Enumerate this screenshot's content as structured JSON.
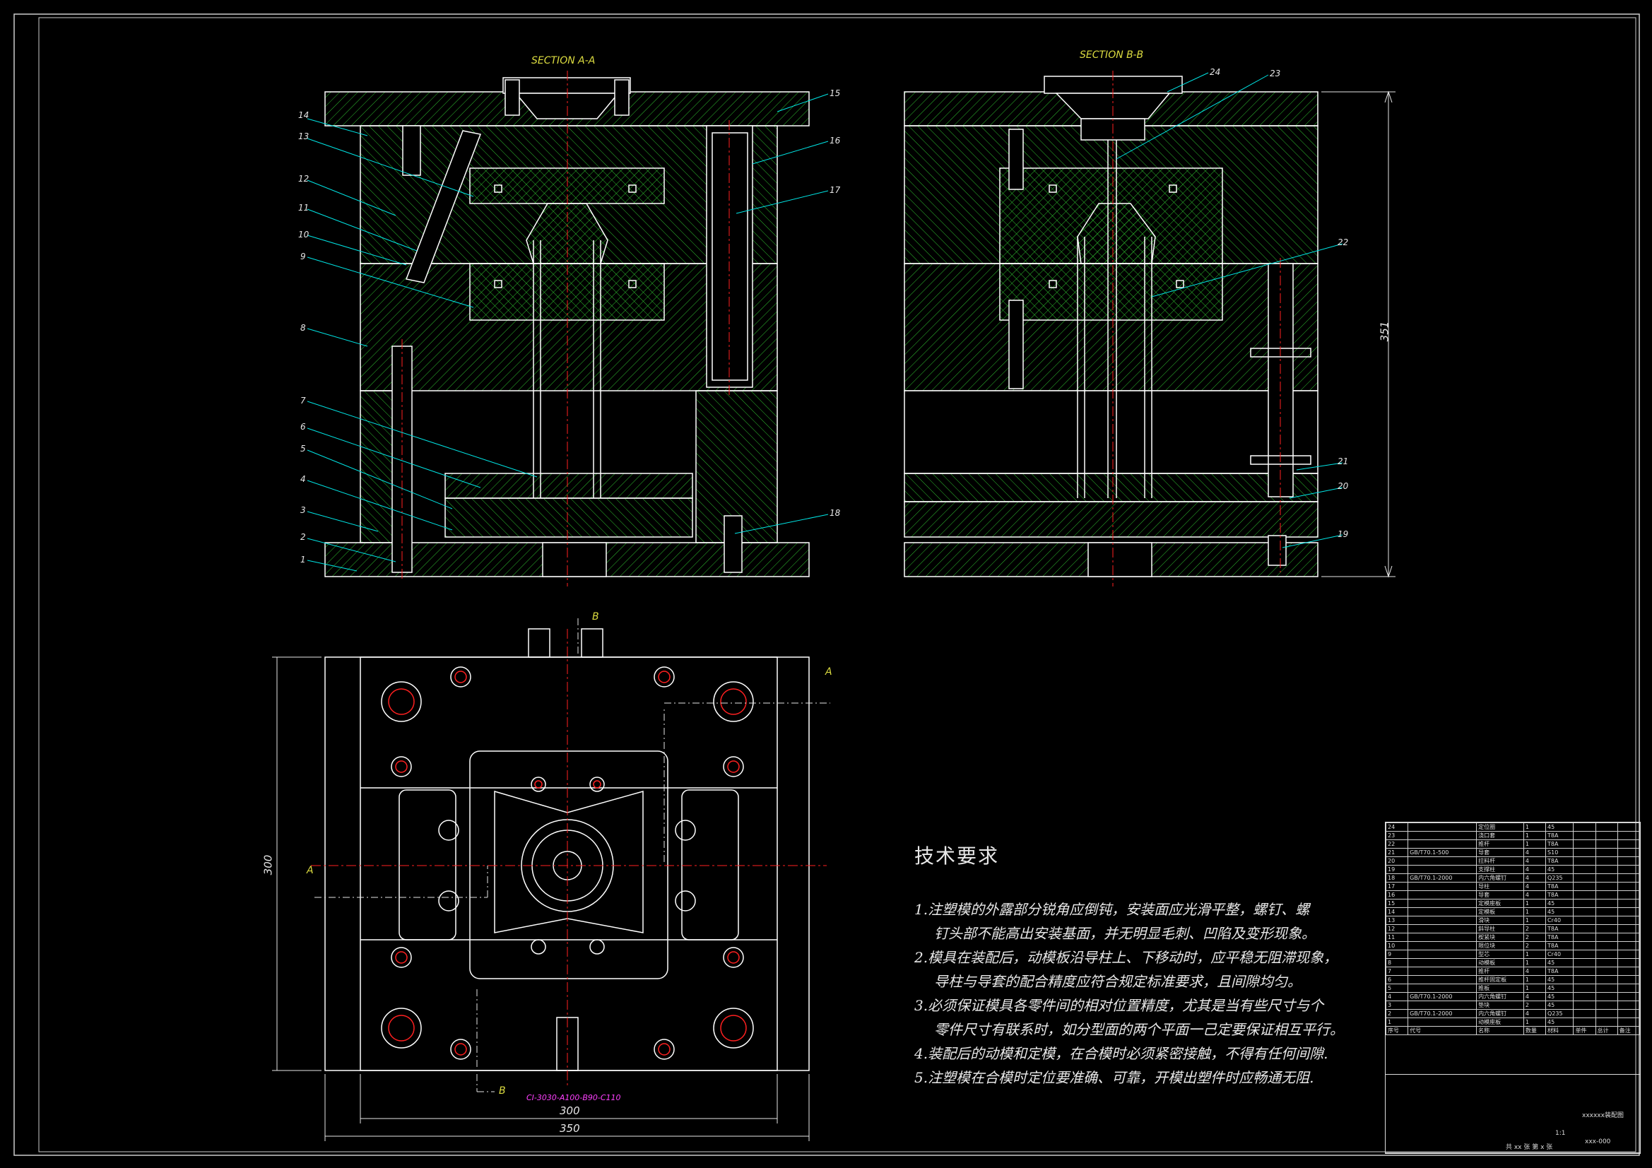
{
  "views": {
    "section_aa_title": "SECTION A-A",
    "section_bb_title": "SECTION B-B"
  },
  "callouts_left": [
    "14",
    "13",
    "12",
    "11",
    "10",
    "9",
    "8",
    "7",
    "6",
    "5",
    "4",
    "3",
    "2",
    "1"
  ],
  "callouts_right_a": [
    "15",
    "16",
    "17",
    "18"
  ],
  "callouts_b": [
    "24",
    "23",
    "22",
    "21",
    "20",
    "19"
  ],
  "dimensions": {
    "height_b": "351",
    "plan_height": "300",
    "inner_width": "300",
    "outer_width": "350",
    "mold_base_code": "CI-3030-A100-B90-C110"
  },
  "section_marks": {
    "a": "A",
    "b": "B"
  },
  "tech_requirements": {
    "title": "技术要求",
    "item1_a": "1.注塑模的外露部分锐角应倒钝，安装面应光滑平整，螺钉、螺",
    "item1_b": "钉头部不能高出安装基面，并无明显毛刺、凹陷及变形现象。",
    "item2_a": "2.模具在装配后，动模板沿导柱上、下移动时，应平稳无阻滞现象，",
    "item2_b": "导柱与导套的配合精度应符合规定标准要求，且间隙均匀。",
    "item3_a": "3.必须保证模具各零件间的相对位置精度，尤其是当有些尺寸与个",
    "item3_b": "零件尺寸有联系时，如分型面的两个平面一己定要保证相互平行。",
    "item4": "4.装配后的动模和定模，在合模时必须紧密接触，不得有任何间隙.",
    "item5": "5.注塑模在合模时定位要准确、可靠，开模出塑件时应畅通无阻."
  },
  "parts_list": [
    {
      "no": "24",
      "code": "",
      "name": "定位圈",
      "qty": "1",
      "mat": "45"
    },
    {
      "no": "23",
      "code": "",
      "name": "浇口套",
      "qty": "1",
      "mat": "T8A"
    },
    {
      "no": "22",
      "code": "",
      "name": "推杆",
      "qty": "1",
      "mat": "T8A"
    },
    {
      "no": "21",
      "code": "GB/T70.1-500",
      "name": "导套",
      "qty": "4",
      "mat": "S10"
    },
    {
      "no": "20",
      "code": "",
      "name": "拉料杆",
      "qty": "4",
      "mat": "T8A"
    },
    {
      "no": "19",
      "code": "",
      "name": "支撑柱",
      "qty": "4",
      "mat": "45"
    },
    {
      "no": "18",
      "code": "GB/T70.1-2000",
      "name": "内六角螺钉",
      "qty": "4",
      "mat": "Q235"
    },
    {
      "no": "17",
      "code": "",
      "name": "导柱",
      "qty": "4",
      "mat": "T8A"
    },
    {
      "no": "16",
      "code": "",
      "name": "导套",
      "qty": "4",
      "mat": "T8A"
    },
    {
      "no": "15",
      "code": "",
      "name": "定模座板",
      "qty": "1",
      "mat": "45"
    },
    {
      "no": "14",
      "code": "",
      "name": "定模板",
      "qty": "1",
      "mat": "45"
    },
    {
      "no": "13",
      "code": "",
      "name": "滑块",
      "qty": "1",
      "mat": "Cr40"
    },
    {
      "no": "12",
      "code": "",
      "name": "斜导柱",
      "qty": "2",
      "mat": "T8A"
    },
    {
      "no": "11",
      "code": "",
      "name": "楔紧块",
      "qty": "2",
      "mat": "T8A"
    },
    {
      "no": "10",
      "code": "",
      "name": "限位块",
      "qty": "2",
      "mat": "T8A"
    },
    {
      "no": "9",
      "code": "",
      "name": "型芯",
      "qty": "1",
      "mat": "Cr40"
    },
    {
      "no": "8",
      "code": "",
      "name": "动模板",
      "qty": "1",
      "mat": "45"
    },
    {
      "no": "7",
      "code": "",
      "name": "推杆",
      "qty": "4",
      "mat": "T8A"
    },
    {
      "no": "6",
      "code": "",
      "name": "推杆固定板",
      "qty": "1",
      "mat": "45"
    },
    {
      "no": "5",
      "code": "",
      "name": "推板",
      "qty": "1",
      "mat": "45"
    },
    {
      "no": "4",
      "code": "GB/T70.1-2000",
      "name": "内六角螺钉",
      "qty": "4",
      "mat": "45"
    },
    {
      "no": "3",
      "code": "",
      "name": "垫块",
      "qty": "2",
      "mat": "45"
    },
    {
      "no": "2",
      "code": "GB/T70.1-2000",
      "name": "内六角螺钉",
      "qty": "4",
      "mat": "Q235"
    },
    {
      "no": "1",
      "code": "",
      "name": "动模座板",
      "qty": "1",
      "mat": "45"
    }
  ],
  "title_block": {
    "drawing_name": "xxxxxx装配图",
    "drawing_no": "xxx-000",
    "sheet": "共 xx 张  第 x 张",
    "scale": "1:1",
    "h_no": "序号",
    "h_code": "代号",
    "h_name": "名称",
    "h_qty": "数量",
    "h_mat": "材料",
    "h_unit_wt": "单件",
    "h_total_wt": "总计",
    "h_remark": "备注"
  },
  "colors": {
    "line": "#ffffff",
    "hatch": "#2fbf2f",
    "leader": "#00e5e5",
    "center": "#ff2020",
    "text_yellow": "#dcdc40",
    "magenta": "#ff40ff"
  }
}
